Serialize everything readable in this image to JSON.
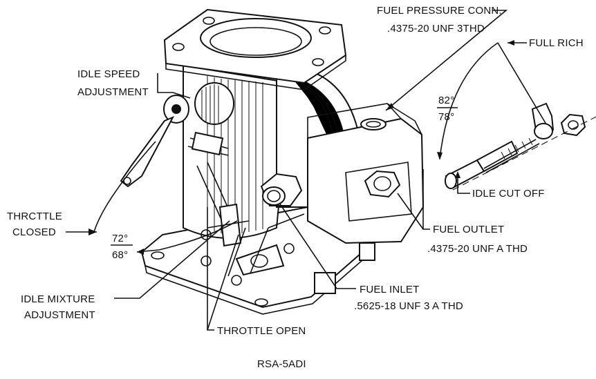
{
  "callouts": {
    "fuel_pressure_conn_1": "FUEL PRESSURE CONN.",
    "fuel_pressure_conn_2": ".4375-20 UNF 3THD",
    "full_rich": "FULL RICH",
    "idle_speed_1": "IDLE SPEED",
    "idle_speed_2": "ADJUSTMENT",
    "angle_82": "82°",
    "angle_78": "78°",
    "idle_cut_off": "IDLE CUT OFF",
    "throttle_closed_1": "THRCTTLE",
    "throttle_closed_2": "CLOSED",
    "angle_72": "72°",
    "angle_68": "68°",
    "fuel_outlet_1": "FUEL OUTLET",
    "fuel_outlet_2": ".4375-20 UNF A THD",
    "idle_mixture_1": "IDLE MIXTURE",
    "idle_mixture_2": "ADJUSTMENT",
    "fuel_inlet_1": "FUEL INLET",
    "fuel_inlet_2": ".5625-18 UNF 3 A THD",
    "throttle_open": "THROTTLE OPEN",
    "model": "RSA-5ADI"
  }
}
